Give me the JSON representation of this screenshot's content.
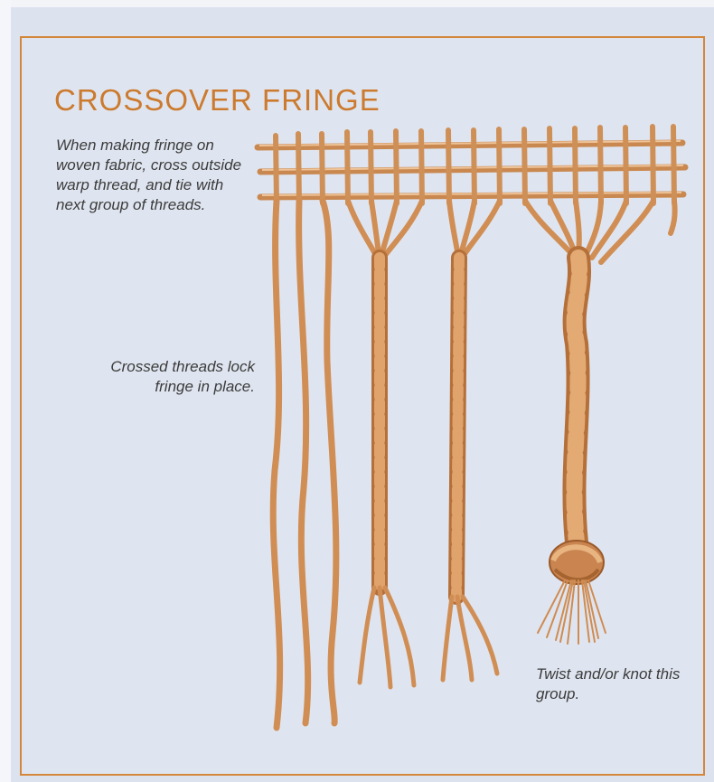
{
  "title": "CROSSOVER FRINGE",
  "captions": {
    "instructions": "When making fringe on woven fabric, cross outside warp thread, and tie with next group of threads.",
    "crossed_threads": "Crossed threads lock fringe in place.",
    "twist_knot": "Twist and/or knot this group."
  },
  "colors": {
    "background": "#dde3ee",
    "frame": "#d4873a",
    "title": "#cc7a2e",
    "thread": "#d89a62",
    "thread_shadow": "#b5703a",
    "text": "#3b3b3b"
  },
  "illustration": {
    "subject": "woven fabric edge with crossover fringe",
    "groups": [
      "loose-threads",
      "twisted-braid-1",
      "twisted-braid-2",
      "knotted-braid-with-tassel"
    ]
  }
}
